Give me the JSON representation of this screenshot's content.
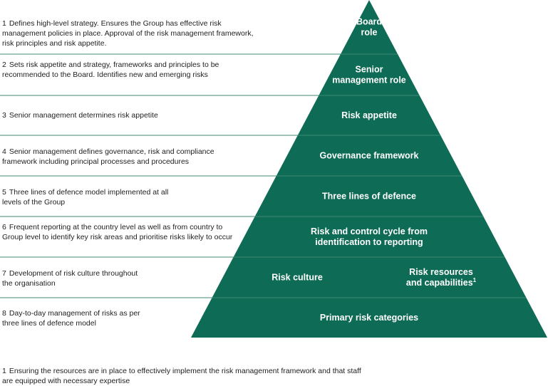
{
  "colors": {
    "pyramid_fill": "#0e6b55",
    "divider": "#3f8a73",
    "label_text": "#ffffff"
  },
  "tiers": [
    {
      "num": "1",
      "description": "Defines high-level strategy. Ensures the Group has effective risk management policies in place. Approval of the risk management framework, risk principles and risk appetite.",
      "label_lines": [
        "Board",
        "role"
      ]
    },
    {
      "num": "2",
      "description": "Sets risk appetite and strategy, frameworks and principles to be recommended to the Board. Identifies new and emerging risks",
      "label_lines": [
        "Senior",
        "management role"
      ]
    },
    {
      "num": "3",
      "description": "Senior management determines risk appetite",
      "label_lines": [
        "Risk appetite"
      ]
    },
    {
      "num": "4",
      "description": "Senior management defines governance, risk and compliance framework including principal processes and procedures",
      "label_lines": [
        "Governance framework"
      ]
    },
    {
      "num": "5",
      "description": "Three lines of defence model implemented at all levels of the Group",
      "label_lines": [
        "Three lines of defence"
      ]
    },
    {
      "num": "6",
      "description": "Frequent reporting at the country level as well as from country to Group level to identify key risk areas and prioritise risks likely to occur",
      "label_lines": [
        "Risk and control cycle from",
        "identification to reporting"
      ]
    },
    {
      "num": "7",
      "description": "Development of risk culture throughout the organisation",
      "label_left": "Risk culture",
      "label_right_lines": [
        "Risk resources",
        "and capabilities"
      ],
      "label_right_sup": "1"
    },
    {
      "num": "8",
      "description": "Day-to-day management of risks as per three lines of defence model",
      "label_lines": [
        "Primary risk categories"
      ]
    }
  ],
  "footnote": {
    "num": "1",
    "text": "Ensuring the resources are in place to effectively implement the risk management framework and that staff are equipped with necessary expertise"
  }
}
